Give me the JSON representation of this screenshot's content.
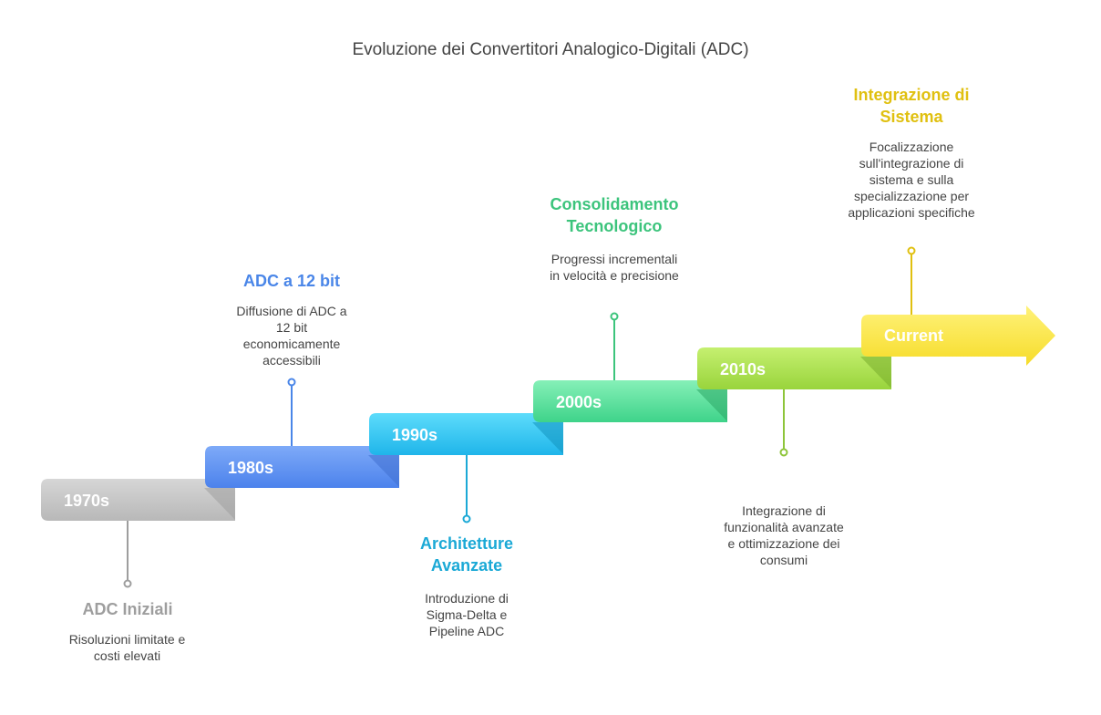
{
  "title": "Evoluzione dei Convertitori Analogico-Digitali (ADC)",
  "steps": [
    {
      "era": "1970s",
      "title": "ADC Iniziali",
      "description": "Risoluzioni limitate e costi elevati",
      "color": "#9e9e9e"
    },
    {
      "era": "1980s",
      "title": "ADC a 12 bit",
      "description": "Diffusione di ADC a 12 bit economicamente accessibili",
      "color": "#4a86e8"
    },
    {
      "era": "1990s",
      "title": "Architetture Avanzate",
      "description": "Introduzione di Sigma-Delta e Pipeline ADC",
      "color": "#1ba9d6"
    },
    {
      "era": "2000s",
      "title": "Consolidamento Tecnologico",
      "description": "Progressi incrementali in velocità e precisione",
      "color": "#3cc47c"
    },
    {
      "era": "2010s",
      "title": "",
      "description": "Integrazione di funzionalità avanzate e ottimizzazione dei consumi",
      "color": "#8ec53a"
    },
    {
      "era": "Current",
      "title": "Integrazione di Sistema",
      "description": "Focalizzazione sull'integrazione di sistema e sulla specializzazione per applicazioni specifiche",
      "color": "#e0c010"
    }
  ]
}
